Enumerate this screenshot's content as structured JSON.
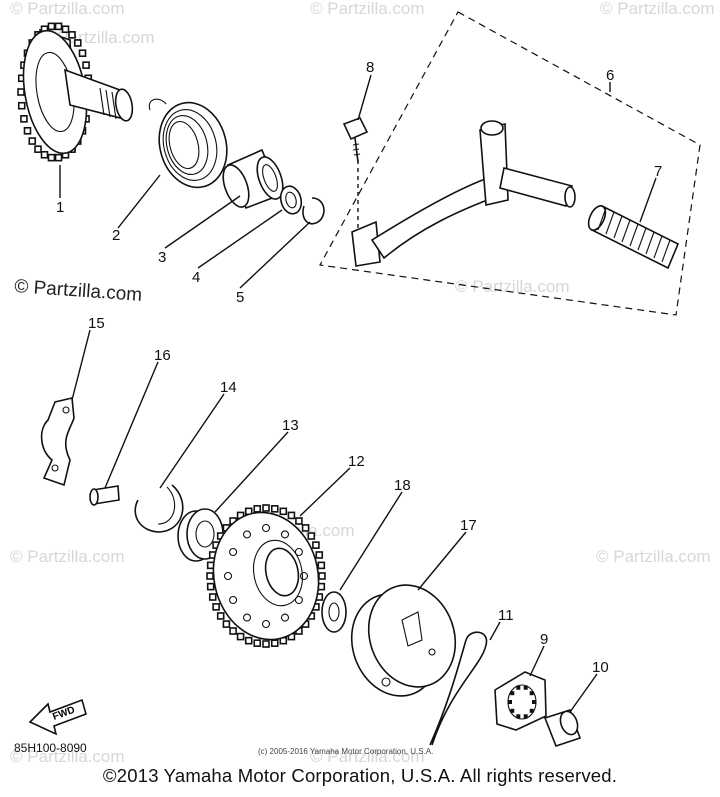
{
  "watermarks": {
    "partzilla_top_left": "© Partzilla.com",
    "partzilla_top_mid": "© Partzilla.com",
    "partzilla_top_right": "© Partzilla.com",
    "partzilla_side": "© Partzilla.com",
    "partzilla_mid_right": "© Partzilla.com",
    "partzilla_lower_left": "© Partzilla.com",
    "partzilla_lower_mid": "© Partzilla.com",
    "partzilla_lower_right": "© Partzilla.com",
    "partzilla_bottom_left": "© Partzilla.com",
    "partzilla_bottom_mid": "© Partzilla.com"
  },
  "callouts": [
    "1",
    "2",
    "3",
    "4",
    "5",
    "6",
    "7",
    "8",
    "9",
    "10",
    "11",
    "12",
    "13",
    "14",
    "15",
    "16",
    "17",
    "18"
  ],
  "fwd_label": "FWD",
  "diagram_code": "85H100-8090",
  "small_copyright": "(c) 2005-2016 Yamaha Motor Corporation, U.S.A.",
  "copyright": "©2013 Yamaha Motor Corporation, U.S.A. All rights reserved."
}
